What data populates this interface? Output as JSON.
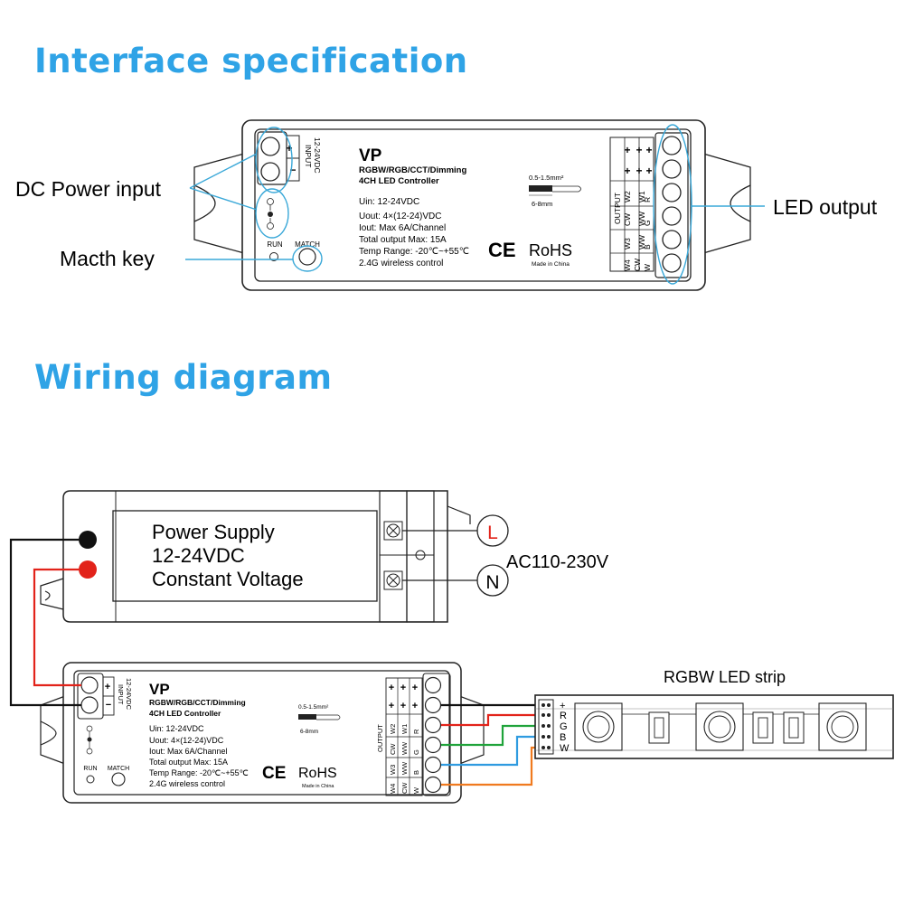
{
  "sections": {
    "interface_title": "Interface specification",
    "wiring_title": "Wiring diagram"
  },
  "callouts": {
    "dc_power_input": "DC Power input",
    "match_key": "Macth key",
    "led_output": "LED output"
  },
  "controller": {
    "model": "VP",
    "subtitle1": "RGBW/RGB/CCT/Dimming",
    "subtitle2": "4CH LED Controller",
    "spec_uin": "Uin: 12-24VDC",
    "spec_uout": "Uout: 4×(12-24)VDC",
    "spec_iout": "Iout: Max 6A/Channel",
    "spec_total": "Total output Max: 15A",
    "spec_temp": "Temp Range: -20℃~+55℃",
    "spec_wireless": "2.4G wireless control",
    "input_label": "INPUT",
    "input_voltage": "12-24VDC",
    "plus": "+",
    "minus": "−",
    "run": "RUN",
    "match": "MATCH",
    "ce": "CE",
    "rohs": "RoHS",
    "made_in": "Made in China",
    "wire_gauge": "0.5-1.5mm²",
    "strip_length": "6-8mm",
    "output_label": "OUTPUT",
    "output_table": {
      "col_w4": [
        "W4",
        "CW",
        "W"
      ],
      "col_w3": [
        "W3",
        "WW",
        "B"
      ],
      "col_w2": [
        "W2",
        "CW",
        "G"
      ],
      "col_w1": [
        "W1",
        "WW",
        "R"
      ]
    }
  },
  "power_supply": {
    "line1": "Power Supply",
    "line2": "12-24VDC",
    "line3": "Constant Voltage",
    "terminal_l": "L",
    "terminal_n": "N",
    "ac_label": "AC110-230V"
  },
  "led_strip": {
    "title": "RGBW LED strip",
    "pins": [
      "+",
      "R",
      "G",
      "B",
      "W"
    ]
  },
  "wire_colors": {
    "plus": "#000000",
    "r": "#e2231a",
    "g": "#1fa33a",
    "b": "#2f9be0",
    "w": "#f07a1f",
    "callout": "#3aa8d8"
  }
}
